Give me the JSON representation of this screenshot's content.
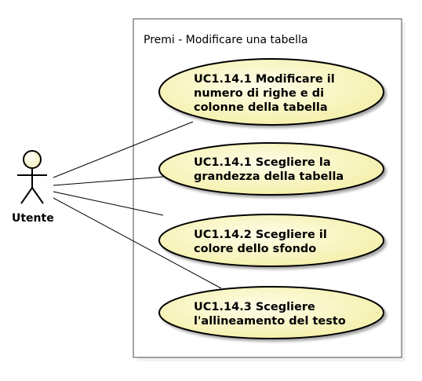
{
  "system": {
    "title": "Premi - Modificare una tabella"
  },
  "actor": {
    "name": "Utente"
  },
  "use_cases": [
    {
      "lines": [
        "UC1.14.1 Modificare il",
        "numero di righe e di",
        "colonne della tabella"
      ]
    },
    {
      "lines": [
        "UC1.14.1 Scegliere la",
        "grandezza della tabella"
      ]
    },
    {
      "lines": [
        "UC1.14.2 Scegliere il",
        "colore dello sfondo"
      ]
    },
    {
      "lines": [
        "UC1.14.3 Scegliere",
        "l'allineamento del testo"
      ]
    }
  ],
  "colors": {
    "usecase_fill_light": "#fefde8",
    "usecase_fill_dark": "#f4efa8",
    "usecase_stroke": "#000000",
    "actor_fill": "#fdf9d0"
  }
}
